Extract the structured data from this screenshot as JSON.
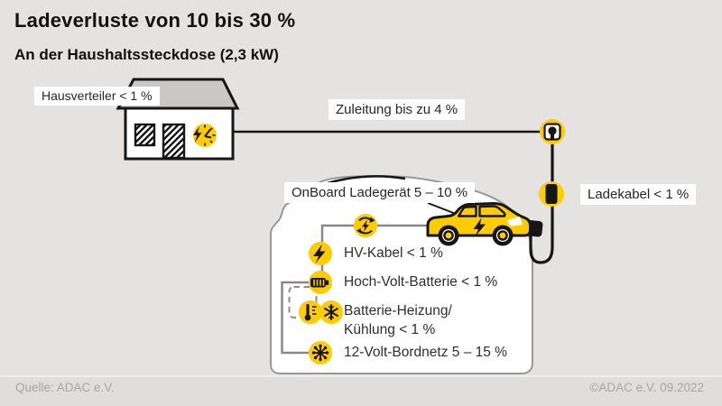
{
  "header": {
    "title": "Ladeverluste von 10 bis 30 %",
    "subtitle": "An der Haushaltssteckdose (2,3 kW)"
  },
  "callouts": {
    "hausverteiler": "Hausverteiler < 1 %",
    "zuleitung": "Zuleitung bis zu 4 %",
    "ladekabel": "Ladekabel < 1 %",
    "onboard": "OnBoard Ladegerät 5 – 10 %"
  },
  "list": {
    "hv_kabel": "HV-Kabel < 1 %",
    "hochvolt_batterie": "Hoch-Volt-Batterie < 1 %",
    "batterie_heizung_line1": "Batterie-Heizung/",
    "batterie_heizung_line2": "Kühlung < 1 %",
    "bordnetz": "12-Volt-Bordnetz 5 – 15 %"
  },
  "icons": {
    "meter": "electric-meter-icon",
    "socket": "wall-socket-icon",
    "cable_box": "cable-control-box-icon",
    "onboard": "onboard-charger-icon",
    "hv_kabel": "lightning-bolt-icon",
    "batterie": "battery-icon",
    "heizung": "thermometer-icon",
    "kuehlung": "snowflake-icon",
    "bordnetz": "wiring-harness-icon"
  },
  "colors": {
    "background": "#e4e3e1",
    "accent_yellow": "#ffcc00",
    "ink": "#1a1a1a",
    "line_gray": "#8a8886",
    "roof_gray": "#c9c8c6",
    "panel_white": "#ffffff",
    "footer_text": "#a8a6a4"
  },
  "footer": {
    "source": "Quelle: ADAC e.V.",
    "copyright": "©ADAC e.V.  09.2022"
  }
}
